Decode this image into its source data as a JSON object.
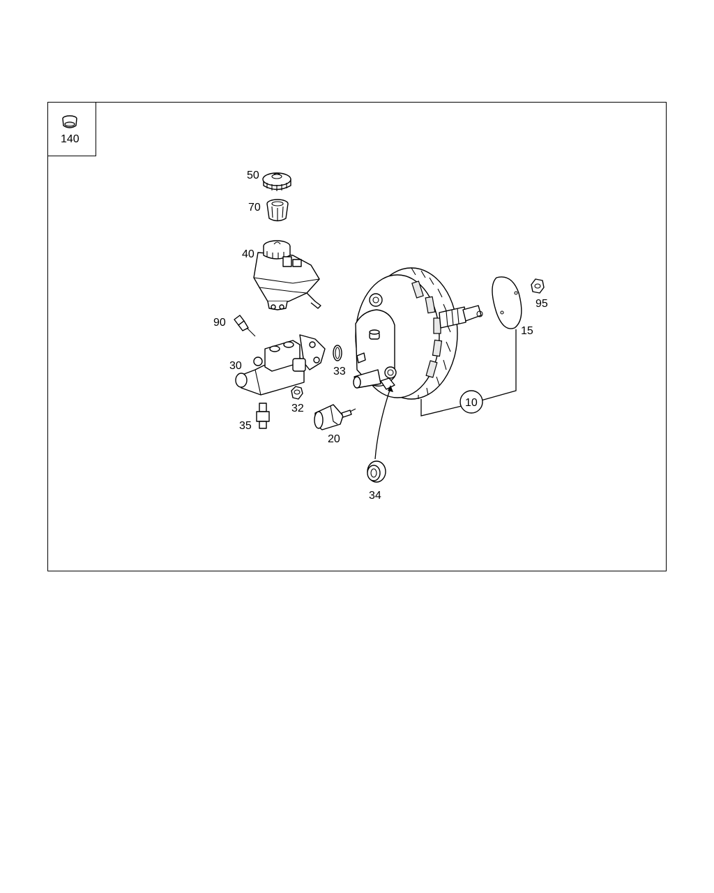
{
  "diagram": {
    "corner_label": "140",
    "callouts": {
      "p50": "50",
      "p70": "70",
      "p40": "40",
      "p90": "90",
      "p30": "30",
      "p33": "33",
      "p32": "32",
      "p35": "35",
      "p20": "20",
      "p34": "34",
      "p10": "10",
      "p15": "15",
      "p95": "95"
    }
  }
}
